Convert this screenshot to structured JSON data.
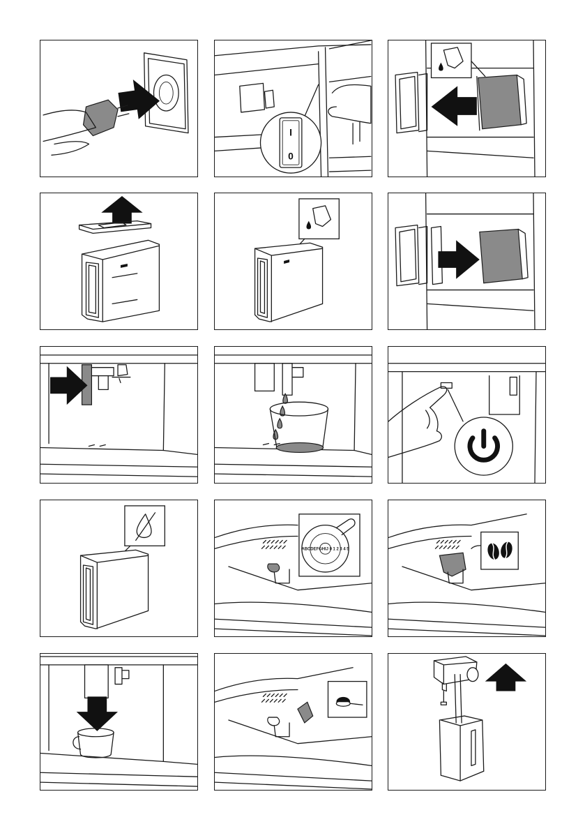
{
  "panels": [
    {
      "id": "p1",
      "icons": [
        "power-plug-icon",
        "arrow-right-icon",
        "wall-socket-icon"
      ]
    },
    {
      "id": "p2",
      "icons": [
        "main-switch-icon"
      ],
      "switch_on": "I",
      "switch_off": "0"
    },
    {
      "id": "p3",
      "icons": [
        "fill-water-icon",
        "arrow-left-icon",
        "water-tank-icon"
      ]
    },
    {
      "id": "p4",
      "icons": [
        "arrow-up-icon",
        "water-tank-lid-icon",
        "water-tank-icon"
      ]
    },
    {
      "id": "p5",
      "icons": [
        "fill-water-icon",
        "water-tank-icon"
      ]
    },
    {
      "id": "p6",
      "icons": [
        "arrow-right-icon",
        "water-tank-icon"
      ]
    },
    {
      "id": "p7",
      "icons": [
        "arrow-right-icon",
        "coffee-outlet-icon"
      ]
    },
    {
      "id": "p8",
      "icons": [
        "water-drops-icon",
        "glass-icon"
      ]
    },
    {
      "id": "p9",
      "icons": [
        "power-button-icon",
        "hand-icon"
      ]
    },
    {
      "id": "p10",
      "icons": [
        "no-water-icon",
        "water-tank-icon"
      ]
    },
    {
      "id": "p11",
      "icons": [
        "grind-dial-icon"
      ],
      "dial_text": "ABCDEFGHIJ 0 1 2 3 4 5"
    },
    {
      "id": "p12",
      "icons": [
        "coffee-beans-icon"
      ]
    },
    {
      "id": "p13",
      "icons": [
        "arrow-down-icon",
        "coffee-cup-icon"
      ]
    },
    {
      "id": "p14",
      "icons": [
        "ground-coffee-scoop-icon"
      ]
    },
    {
      "id": "p15",
      "icons": [
        "arrow-up-icon",
        "milk-container-icon"
      ]
    }
  ]
}
